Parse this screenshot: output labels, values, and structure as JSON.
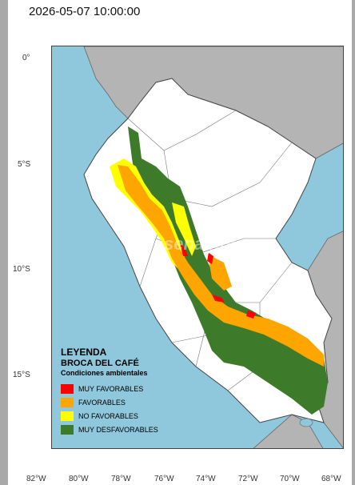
{
  "timestamp": "2026-05-07 10:00:00",
  "legend": {
    "title": "LEYENDA",
    "subtitle": "BROCA DEL CAFÉ",
    "note": "Condiciones ambientales",
    "items": [
      {
        "label": "MUY FAVORABLES",
        "color": "#ff0000"
      },
      {
        "label": "FAVORABLES",
        "color": "#ffa500"
      },
      {
        "label": "NO FAVORABLES",
        "color": "#ffff00"
      },
      {
        "label": "MUY DESFAVORABLES",
        "color": "#3d7a2a"
      }
    ]
  },
  "latitude_labels": [
    "0°",
    "5°S",
    "10°S",
    "15°S"
  ],
  "longitude_labels": [
    "82°W",
    "80°W",
    "78°W",
    "76°W",
    "74°W",
    "72°W",
    "70°W",
    "68°W"
  ],
  "watermark": "senamhi",
  "colors": {
    "ocean": "#8fc7dd",
    "neighbor_land": "#b4b4b4",
    "peru_land": "#ffffff",
    "borders": "#555555"
  }
}
